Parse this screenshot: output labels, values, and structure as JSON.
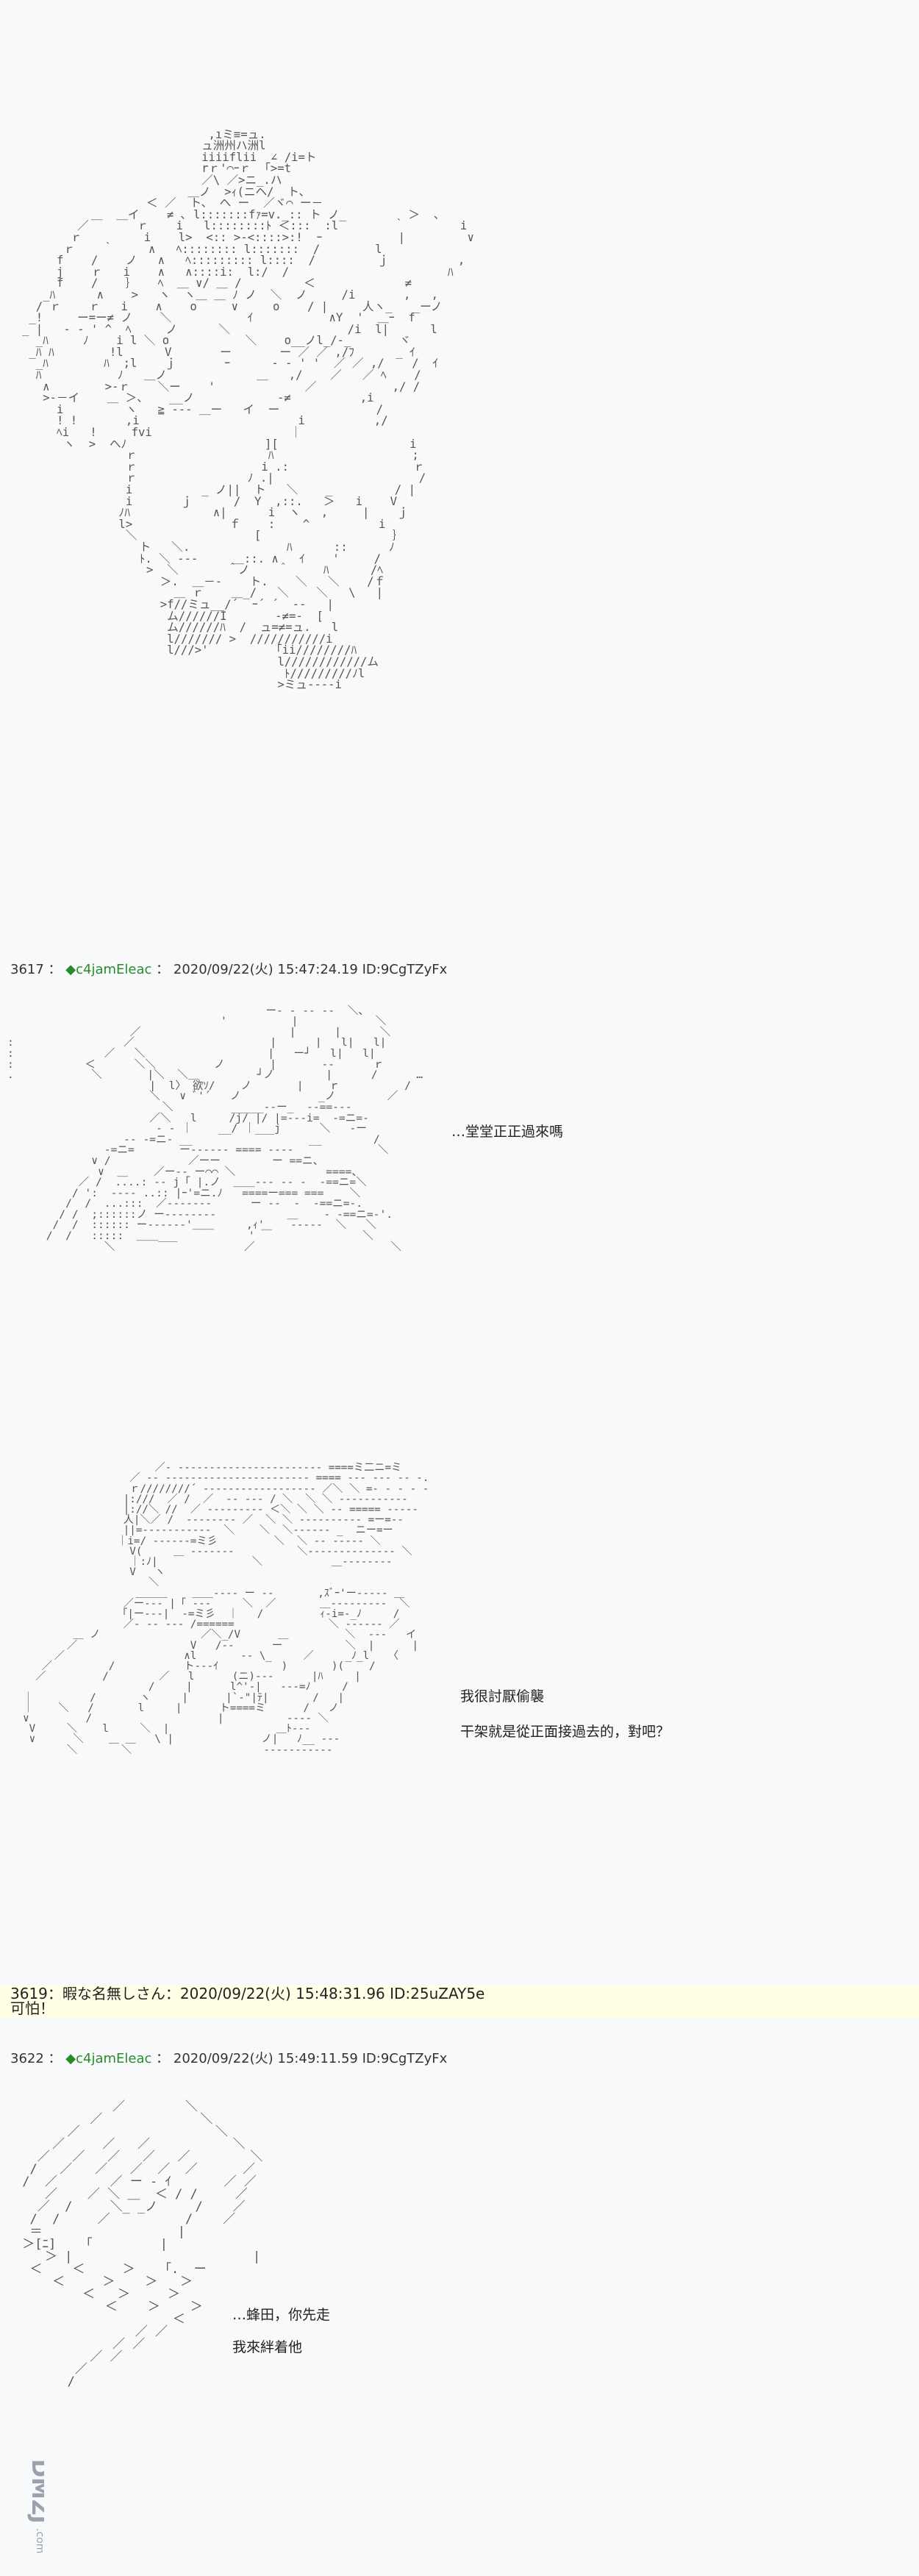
{
  "post_3617": {
    "header": "3617：◆c4jamEleac：2020/09/22(火) 15:47:24.19 ID:9CgTZyFx",
    "number": "3617",
    "name": "◆c4jamEleac",
    "date": "2020/09/22(火) 15:47:24.19",
    "id": "ID:9CgTZyFx",
    "line_1": "…堂堂正正過來嗎",
    "line_2": "我很討厭偷襲",
    "line_3": "干架就是從正面接過去的，對吧？"
  },
  "post_3619": {
    "header": "3619：暇な名無しさん：2020/09/22(火) 15:48:31.96 ID:25uZAY5e",
    "body": "可怕！"
  },
  "post_3622": {
    "number": "3622",
    "name": "◆c4jamEleac",
    "date": "2020/09/22(火) 15:49:11.59",
    "id": "ID:9CgTZyFx",
    "line_1": "…蜂田，你先走",
    "line_2": "我來絆着他"
  },
  "watermark": {
    "text": "DMZJ.com",
    "color": "#9aa3ad"
  }
}
